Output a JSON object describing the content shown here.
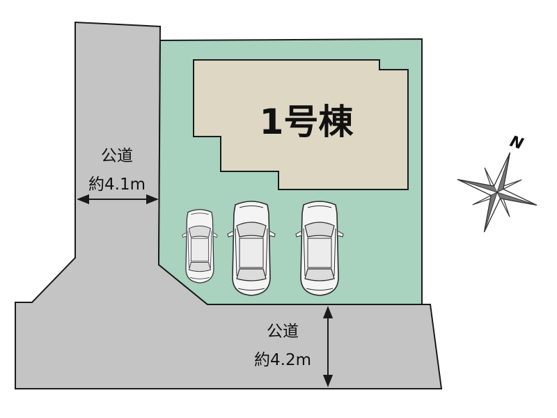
{
  "building": {
    "label": "1号棟"
  },
  "roads": {
    "west": {
      "name": "公道",
      "width": "約4.1m"
    },
    "south": {
      "name": "公道",
      "width": "約4.2m"
    }
  },
  "compass": {
    "north": "N"
  },
  "parking": {
    "cars": 3
  },
  "colors": {
    "road": "#c4c4c4",
    "lot": "#a9d2bf",
    "building": "#ddd7c4",
    "outline": "#1a1a1a"
  }
}
